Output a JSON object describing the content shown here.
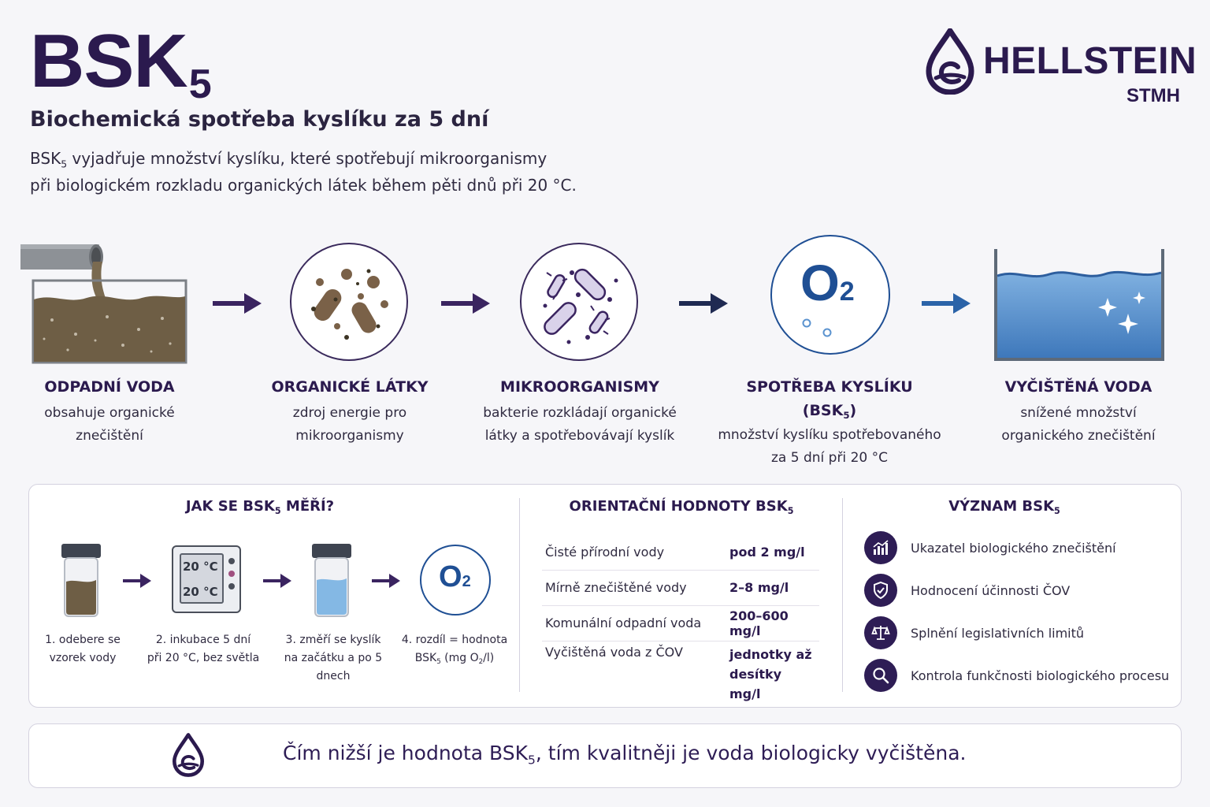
{
  "header": {
    "title": "BSK",
    "title_sub": "5",
    "subtitle": "Biochemická spotřeba kyslíku za 5 dní",
    "desc_line1_a": "BSK",
    "desc_line1_sub": "5",
    "desc_line1_b": " vyjadřuje množství kyslíku, které spotřebují mikroorganismy",
    "desc_line2": "při biologickém rozkladu organických látek během pěti dnů při 20 °C."
  },
  "brand": {
    "name": "HELLSTEIN",
    "sub": "STMH"
  },
  "steps": [
    {
      "title": "ODPADNÍ VODA",
      "desc1": "obsahuje organické",
      "desc2": "znečištění"
    },
    {
      "title": "ORGANICKÉ LÁTKY",
      "desc1": "zdroj energie pro",
      "desc2": "mikroorganismy"
    },
    {
      "title": "MIKROORGANISMY",
      "desc1": "bakterie rozkládají organické",
      "desc2": "látky a spotřebovávají kyslík"
    },
    {
      "title": "SPOTŘEBA KYSLÍKU",
      "title2_a": "(BSK",
      "title2_sub": "5",
      "title2_b": ")",
      "desc1": "množství kyslíku spotřebovaného",
      "desc2": "za 5 dní při 20 °C",
      "icon_text": "O",
      "icon_sub": "2"
    },
    {
      "title": "VYČIŠTĚNÁ VODA",
      "desc1": "snížené množství",
      "desc2": "organického znečištění"
    }
  ],
  "measure": {
    "title_a": "JAK SE BSK",
    "title_sub": "5",
    "title_b": " MĚŘÍ?",
    "incubator_temp1": "20 °C",
    "incubator_temp2": "20 °C",
    "o2_text": "O",
    "o2_sub": "2",
    "items": [
      {
        "line1": "1. odebere se",
        "line2": "vzorek vody"
      },
      {
        "line1": "2. inkubace 5 dní",
        "line2": "při 20 °C, bez světla"
      },
      {
        "line1": "3. změří se kyslík",
        "line2": "na začátku a po 5 dnech"
      },
      {
        "line1": "4. rozdíl = hodnota",
        "line2_a": "BSK",
        "line2_sub": "5",
        "line2_b": " (mg O",
        "line2_sub2": "2",
        "line2_c": "/l)"
      }
    ]
  },
  "values": {
    "title_a": "ORIENTAČNÍ HODNOTY BSK",
    "title_sub": "5",
    "rows": [
      {
        "label": "Čisté přírodní vody",
        "value": "pod 2 mg/l"
      },
      {
        "label": "Mírně znečištěné vody",
        "value": "2–8 mg/l"
      },
      {
        "label": "Komunální odpadní voda",
        "value": "200–600 mg/l"
      },
      {
        "label": "Vyčištěná voda z ČOV",
        "value": "jednotky až",
        "value2": "desítky mg/l"
      }
    ]
  },
  "significance": {
    "title_a": "VÝZNAM BSK",
    "title_sub": "5",
    "items": [
      {
        "icon": "bar-chart-icon",
        "text": "Ukazatel biologického znečištění"
      },
      {
        "icon": "shield-check-icon",
        "text": "Hodnocení účinnosti ČOV"
      },
      {
        "icon": "scales-icon",
        "text": "Splnění legislativních limitů"
      },
      {
        "icon": "magnifier-icon",
        "text": "Kontrola funkčnosti biologického procesu"
      }
    ]
  },
  "footer": {
    "text_a": "Čím nižší je hodnota BSK",
    "text_sub": "5",
    "text_b": ", tím kvalitněji je voda biologicky vyčištěna."
  },
  "colors": {
    "brand_purple": "#2b1a4e",
    "accent_blue": "#1f4f94",
    "water_blue": "#5b93cf",
    "sludge_brown": "#6b5b44"
  }
}
